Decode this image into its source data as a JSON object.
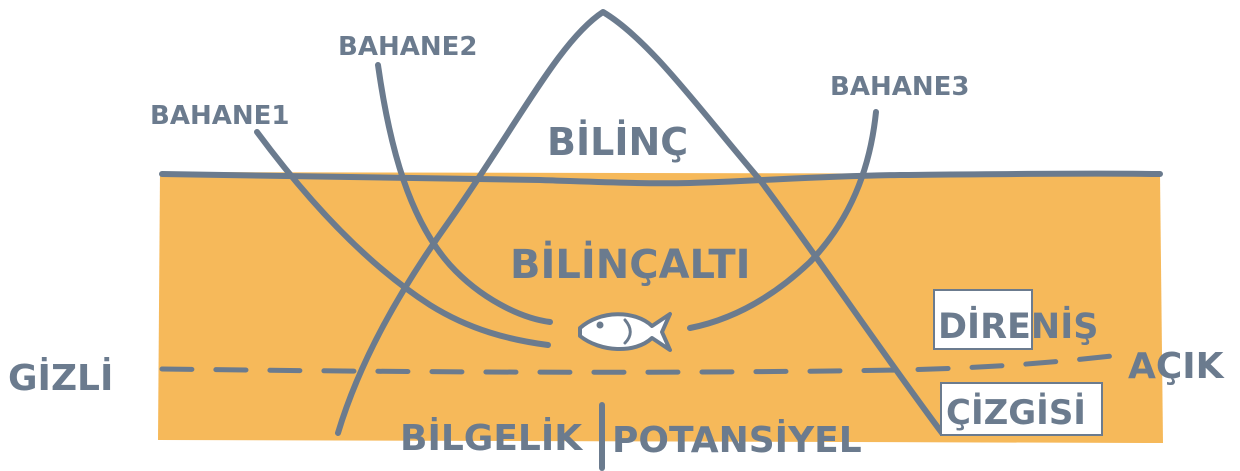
{
  "labels": {
    "excuse_1": "BAHANE1",
    "excuse_2": "BAHANE2",
    "excuse_3": "BAHANE3",
    "conscious": "BİLİNÇ",
    "subconscious": "BİLİNÇALTI",
    "hidden": "GİZLİ",
    "open": "AÇIK",
    "wisdom": "BİLGELİK",
    "potential": "POTANSİYEL",
    "resistance_line_1": "DİRENİŞ",
    "resistance_line_2": "ÇİZGİSİ"
  },
  "colors": {
    "subconscious_fill": "#f6b95a",
    "ink": "#6b7b8e",
    "background": "#ffffff"
  },
  "icons": {
    "fish": "fish-icon"
  }
}
